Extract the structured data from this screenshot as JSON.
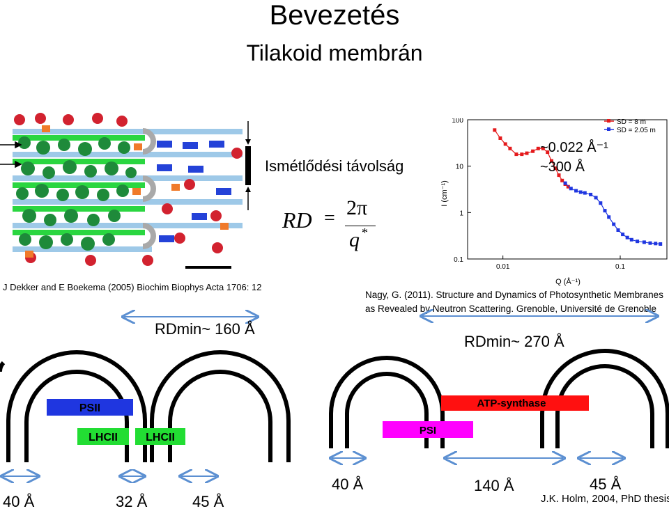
{
  "header": {
    "title": "Bevezetés",
    "subtitle": "Tilakoid membrán"
  },
  "membrane_figure": {
    "caption": "J Dekker and E Boekema  (2005) Biochim Biophys Acta  1706: 12"
  },
  "repeat_label": "Ismétlődési távolság",
  "formula": {
    "lhs": "RD",
    "equals": "=",
    "numerator": "2π",
    "denominator": "q",
    "superscript": "*"
  },
  "chart_data": {
    "type": "scatter",
    "xlabel": "Q (Å⁻¹)",
    "ylabel": "I (cm⁻¹)",
    "x_scale": "log",
    "y_scale": "log",
    "xlim": [
      0.005,
      0.25
    ],
    "ylim": [
      0.1,
      100
    ],
    "xticks": [
      "0.01",
      "0.1"
    ],
    "yticks": [
      "0.1",
      "1",
      "10",
      "100"
    ],
    "legend_position": "top-right",
    "annotations": [
      "~0.022 Å⁻¹",
      "~300 Å"
    ],
    "series": [
      {
        "name": "SD = 8 m",
        "color": "#e41a1c",
        "x": [
          0.0085,
          0.0095,
          0.0105,
          0.0115,
          0.013,
          0.0145,
          0.016,
          0.018,
          0.02,
          0.022,
          0.024,
          0.026,
          0.028,
          0.03,
          0.032,
          0.034,
          0.036
        ],
        "y": [
          60,
          40,
          30,
          24,
          18,
          18,
          19,
          21,
          24,
          24,
          20,
          13,
          9,
          6.4,
          4.9,
          4.1,
          3.6
        ]
      },
      {
        "name": "SD = 2.05 m",
        "color": "#1f36e0",
        "x": [
          0.034,
          0.038,
          0.042,
          0.046,
          0.05,
          0.056,
          0.062,
          0.068,
          0.074,
          0.08,
          0.088,
          0.096,
          0.105,
          0.115,
          0.125,
          0.14,
          0.16,
          0.18,
          0.2,
          0.22
        ],
        "y": [
          4.3,
          3.3,
          2.95,
          2.75,
          2.65,
          2.45,
          2.1,
          1.6,
          1.1,
          0.8,
          0.56,
          0.42,
          0.34,
          0.29,
          0.26,
          0.24,
          0.23,
          0.22,
          0.215,
          0.21
        ]
      }
    ]
  },
  "chart_reference": "Nagy, G. (2011). Structure and Dynamics of Photosynthetic Membranes as Revealed by Neutron Scattering. Grenoble, Université de Grenoble",
  "left_diagram": {
    "rdmin_label": "RDmin~ 160 Å",
    "complexes": [
      "PSII",
      "LHCII",
      "LHCII"
    ],
    "complex_colors": [
      "#1f36e0",
      "#22dd33",
      "#22dd33"
    ],
    "distances": [
      "40 Å",
      "32 Å",
      "45 Å"
    ]
  },
  "right_diagram": {
    "rdmin_label": "RDmin~ 270 Å",
    "complexes": [
      "ATP-synthase",
      "PSI"
    ],
    "complex_colors": [
      "#ff1010",
      "#ff00ff"
    ],
    "distances": [
      "40 Å",
      "140 Å",
      "45 Å"
    ],
    "credit": "J.K. Holm, 2004, PhD thesis"
  }
}
